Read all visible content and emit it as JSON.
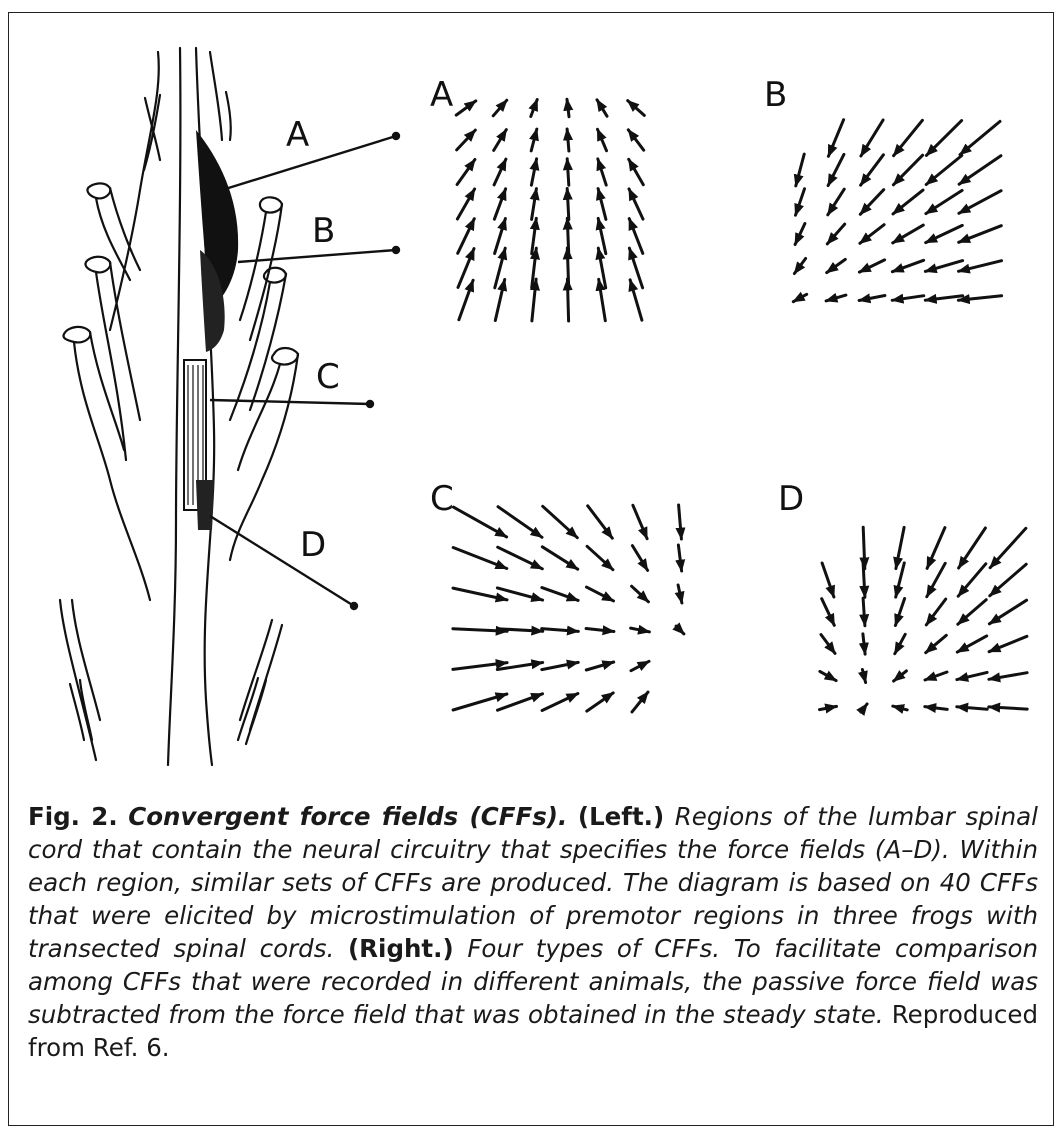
{
  "figure": {
    "region_labels": [
      "A",
      "B",
      "C",
      "D"
    ],
    "panel_labels": [
      "A",
      "B",
      "C",
      "D"
    ]
  },
  "caption": {
    "fig_label": "Fig. 2.",
    "title": "Convergent force fields (CFFs).",
    "left_label": "(Left.)",
    "left_text": "Regions of the lumbar spinal cord that contain the neural circuitry that specifies the force fields (A–D). Within each region, similar sets of CFFs are produced. The diagram is based on 40 CFFs that were elicited by microstimulation of premotor regions in three frogs with transected spinal cords.",
    "right_label": "(Right.)",
    "right_text": "Four types of CFFs. To facilitate comparison among CFFs that were recorded in different animals, the passive force field was subtracted from the force field that was obtained in the steady state.",
    "ref_text": "Reproduced from Ref. 6."
  }
}
